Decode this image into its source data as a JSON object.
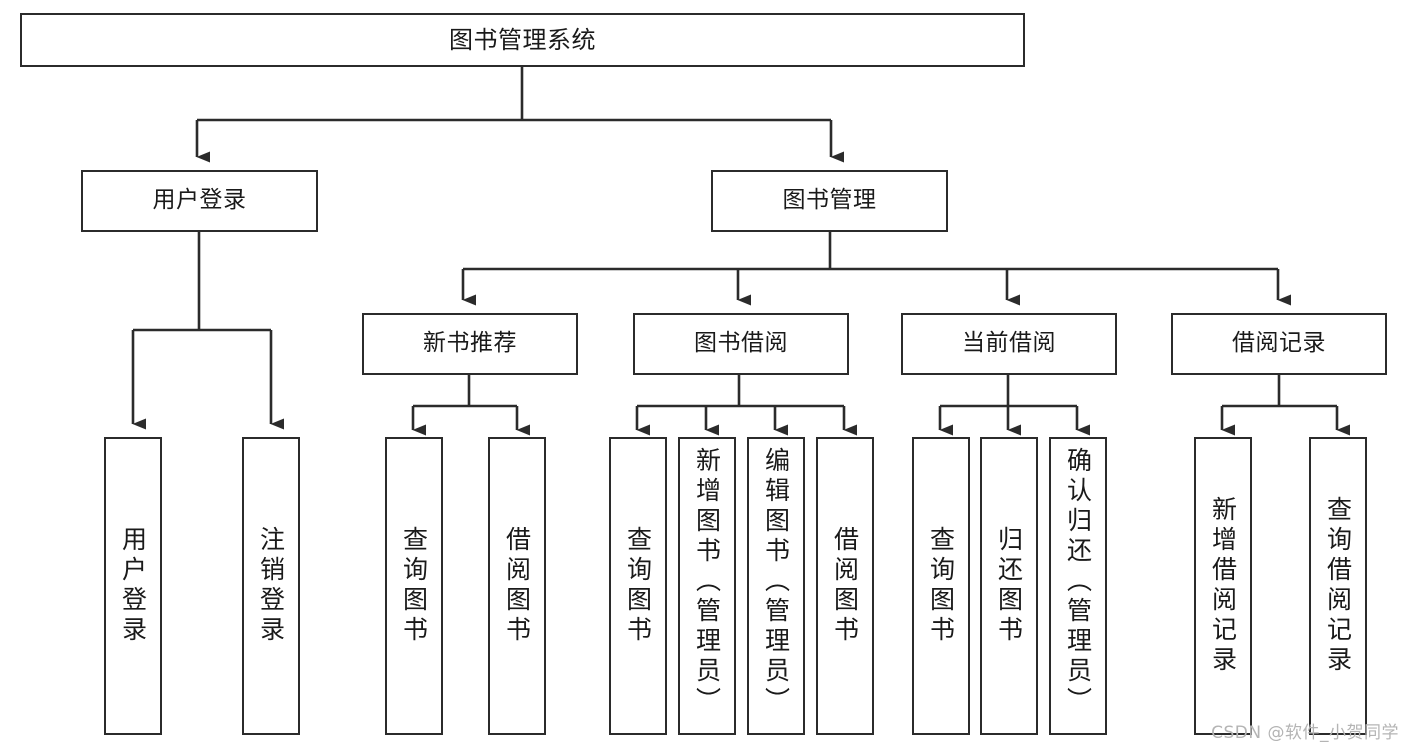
{
  "diagram": {
    "title": "图书管理系统",
    "type": "tree-hierarchy-diagram",
    "watermark": "CSDN @软件_小贺同学",
    "colors": {
      "box_border": "#2b2b2b",
      "box_fill": "#ffffff",
      "connector": "#2b2b2b",
      "background": "#ffffff",
      "watermark": "#b4b4b4"
    },
    "nodes": {
      "root": {
        "label": "图书管理系统"
      },
      "level2": [
        {
          "id": "user-login",
          "label": "用户登录"
        },
        {
          "id": "book-management",
          "label": "图书管理"
        }
      ],
      "level3": [
        {
          "id": "new-book-recommend",
          "label": "新书推荐"
        },
        {
          "id": "book-borrow",
          "label": "图书借阅"
        },
        {
          "id": "current-borrow",
          "label": "当前借阅"
        },
        {
          "id": "borrow-record",
          "label": "借阅记录"
        }
      ],
      "leaves": {
        "user_login": [
          {
            "id": "leaf-user-login",
            "label": "用户登录"
          },
          {
            "id": "leaf-logout",
            "label": "注销登录"
          }
        ],
        "new_book_recommend": [
          {
            "id": "leaf-query-book-1",
            "label": "查询图书"
          },
          {
            "id": "leaf-borrow-book-1",
            "label": "借阅图书"
          }
        ],
        "book_borrow": [
          {
            "id": "leaf-query-book-2",
            "label": "查询图书"
          },
          {
            "id": "leaf-add-book",
            "label": "新增图书（管理员）"
          },
          {
            "id": "leaf-edit-book",
            "label": "编辑图书（管理员）"
          },
          {
            "id": "leaf-borrow-book-2",
            "label": "借阅图书"
          }
        ],
        "current_borrow": [
          {
            "id": "leaf-query-book-3",
            "label": "查询图书"
          },
          {
            "id": "leaf-return-book",
            "label": "归还图书"
          },
          {
            "id": "leaf-confirm-return",
            "label": "确认归还（管理员）"
          }
        ],
        "borrow_record": [
          {
            "id": "leaf-add-record",
            "label": "新增借阅记录"
          },
          {
            "id": "leaf-query-record",
            "label": "查询借阅记录"
          }
        ]
      }
    }
  }
}
